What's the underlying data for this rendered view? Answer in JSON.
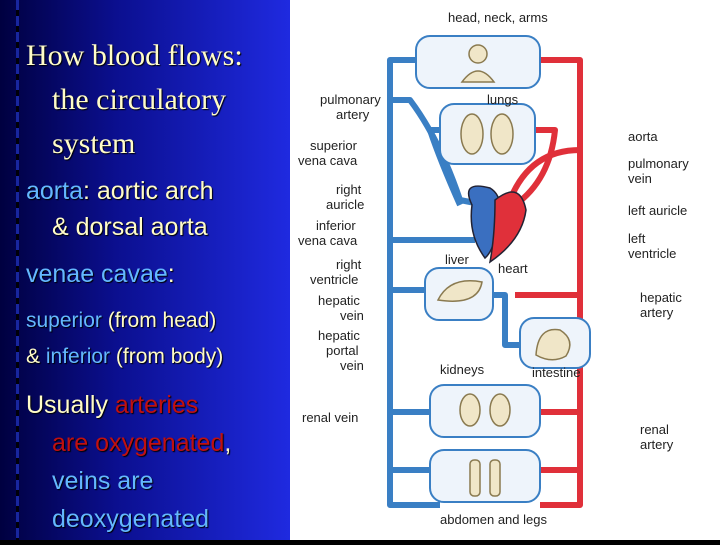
{
  "slide": {
    "title_line1": "How blood flows:",
    "title_line2": "the circulatory",
    "title_line3": "system",
    "aorta_term": "aorta",
    "aorta_rest1": ": aortic arch",
    "aorta_rest2": "& dorsal aorta",
    "venae_term": "venae cavae",
    "venae_colon": ":",
    "sup_term": "superior",
    "sup_rest": " (from head)",
    "amp": "& ",
    "inf_term": "inferior",
    "inf_rest": " (from body)",
    "usually": "Usually ",
    "arteries_1": "arteries",
    "arteries_2": "are oxygenated",
    "comma": ",",
    "veins_1": "veins are",
    "veins_2": "deoxygenated"
  },
  "diagram": {
    "head_neck_arms": "head, neck, arms",
    "pulmonary_artery_1": "pulmonary",
    "pulmonary_artery_2": "artery",
    "lungs": "lungs",
    "superior_vena_cava_1": "superior",
    "superior_vena_cava_2": "vena cava",
    "aorta": "aorta",
    "pulmonary_vein_1": "pulmonary",
    "pulmonary_vein_2": "vein",
    "right_auricle_1": "right",
    "right_auricle_2": "auricle",
    "left_auricle": "left auricle",
    "inferior_vena_cava_1": "inferior",
    "inferior_vena_cava_2": "vena cava",
    "left_ventricle_1": "left",
    "left_ventricle_2": "ventricle",
    "liver": "liver",
    "heart": "heart",
    "right_ventricle_1": "right",
    "right_ventricle_2": "ventricle",
    "hepatic_vein_1": "hepatic",
    "hepatic_vein_2": "vein",
    "hepatic_artery_1": "hepatic",
    "hepatic_artery_2": "artery",
    "hepatic_portal_vein_1": "hepatic",
    "hepatic_portal_vein_2": "portal",
    "hepatic_portal_vein_3": "vein",
    "kidneys": "kidneys",
    "intestine": "intestine",
    "renal_vein": "renal vein",
    "renal_artery_1": "renal",
    "renal_artery_2": "artery",
    "abdomen_legs": "abdomen and legs",
    "colors": {
      "artery": "#e0303a",
      "vein": "#3a7fc4"
    }
  }
}
